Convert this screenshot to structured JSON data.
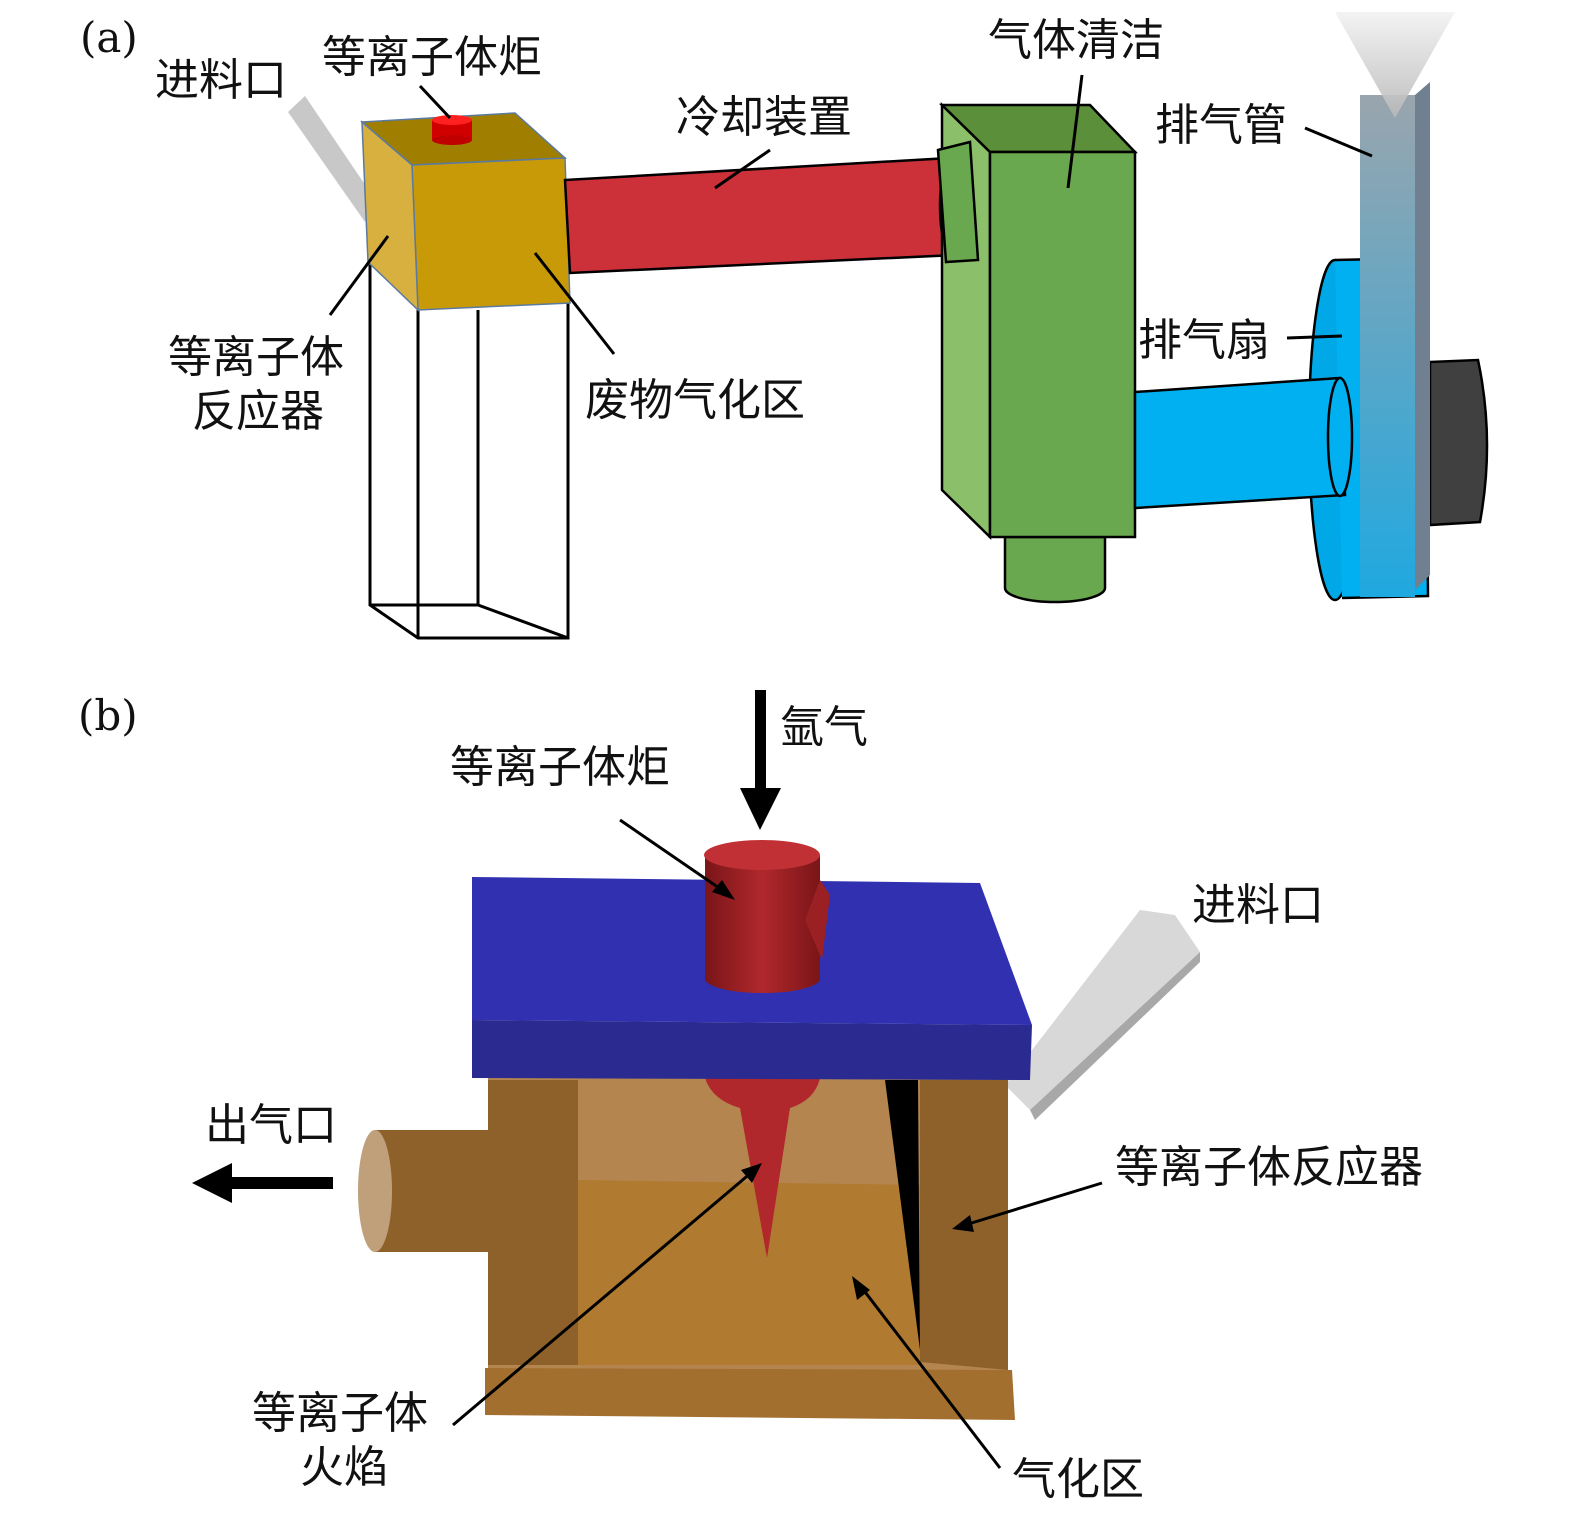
{
  "panel_a": {
    "tag": "(a)",
    "feed_inlet": "进料口",
    "plasma_torch": "等离子体炬",
    "cooling_device": "冷却装置",
    "gas_cleaning": "气体清洁",
    "exhaust_pipe": "排气管",
    "reactor_line1": "等离子体",
    "reactor_line2": "反应器",
    "gasification_zone": "废物气化区",
    "exhaust_fan": "排气扇"
  },
  "panel_b": {
    "tag": "(b)",
    "argon": "氩气",
    "plasma_torch": "等离子体炬",
    "feed_inlet": "进料口",
    "gas_outlet": "出气口",
    "reactor": "等离子体反应器",
    "flame_line1": "等离子体",
    "flame_line2": "火焰",
    "gasification_zone": "气化区"
  },
  "colors": {
    "torch_red": "#c9303a",
    "reactor_gold": "#c99a07",
    "cleaner_green": "#6aa84f",
    "fan_blue": "#00b0f0",
    "lid_blue": "#3030b0",
    "chamber_brown": "#b07a3a"
  }
}
